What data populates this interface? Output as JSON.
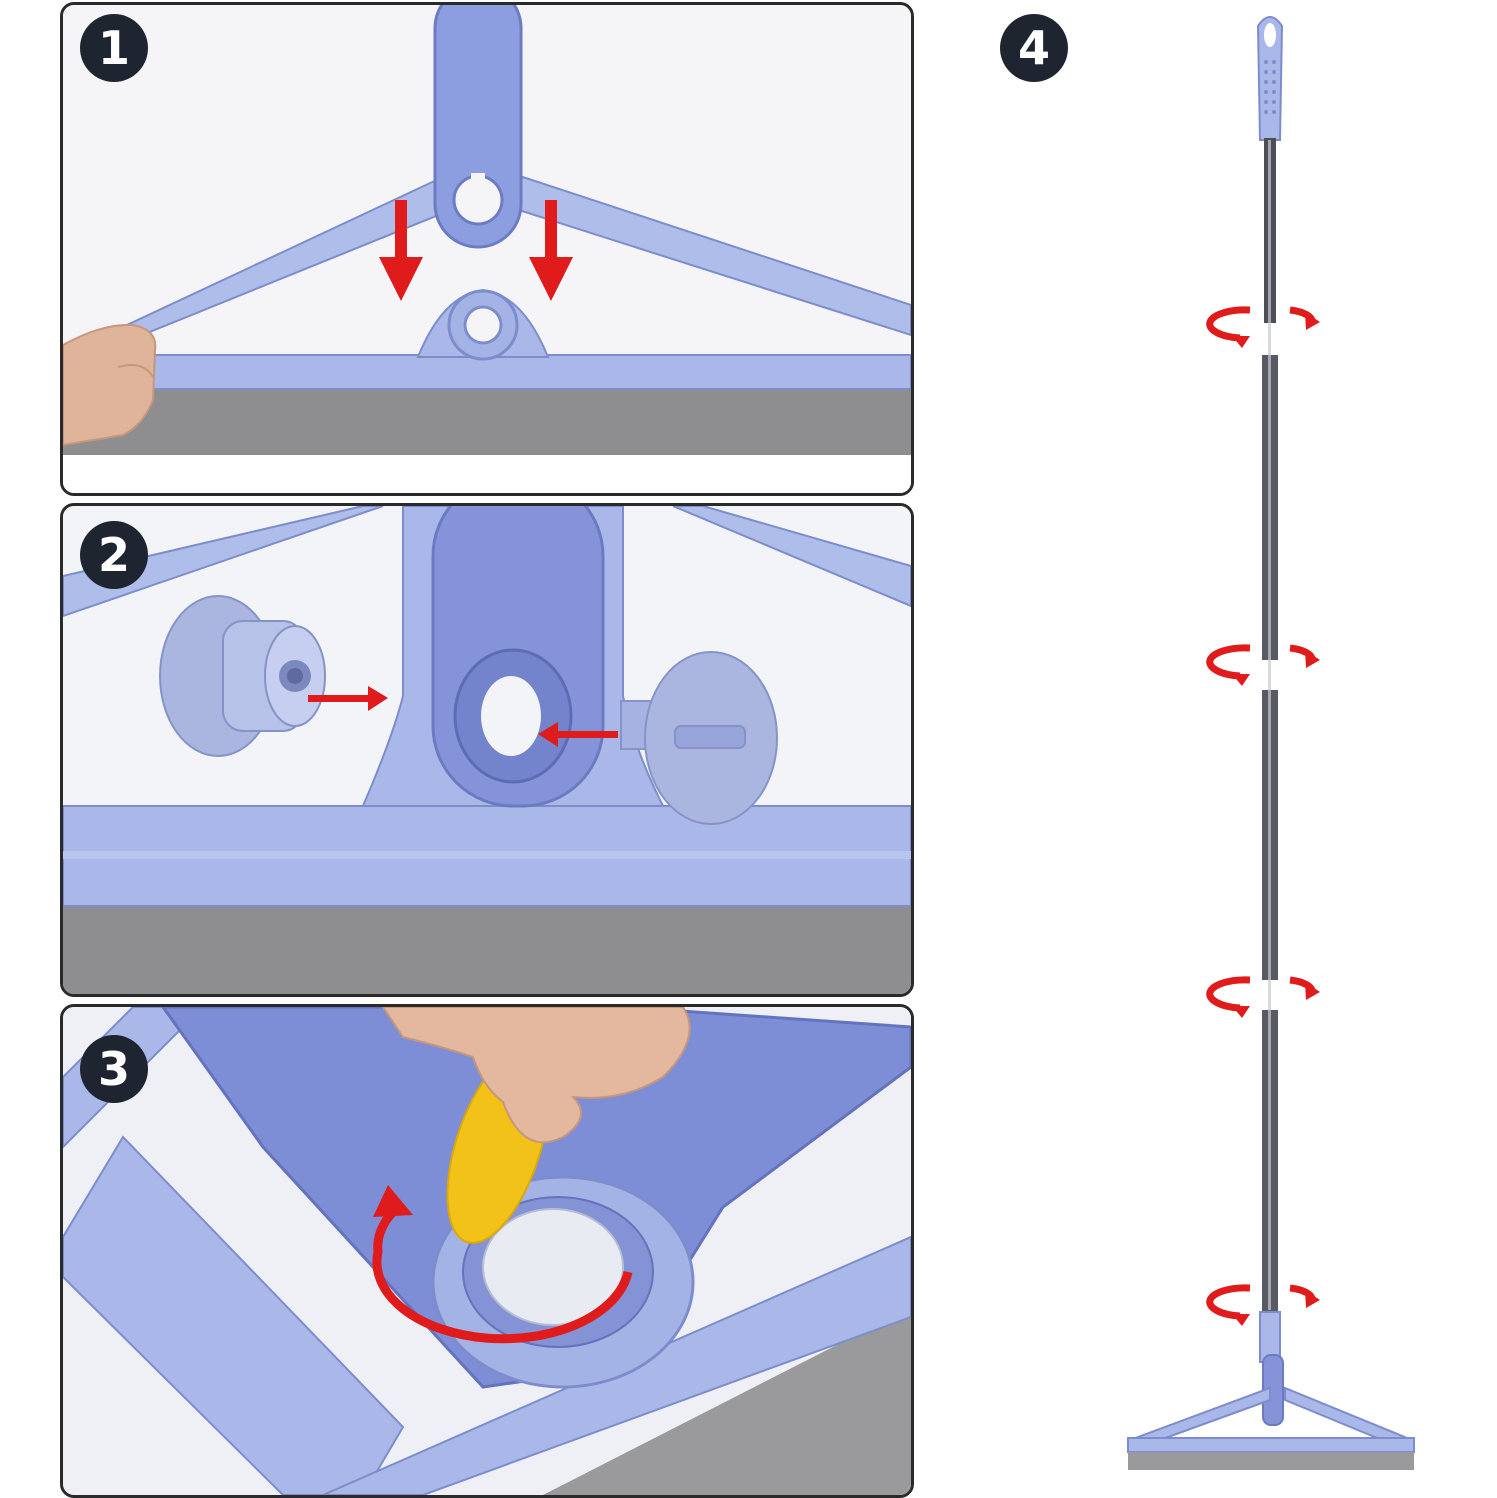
{
  "steps": [
    {
      "number": "1"
    },
    {
      "number": "2"
    },
    {
      "number": "3"
    },
    {
      "number": "4"
    }
  ],
  "colors": {
    "frame_blue": "#a9b8e8",
    "frame_blue_dark": "#8797d6",
    "frame_edge": "#7d8dcc",
    "blade_gray": "#8e8e90",
    "arrow_red": "#e01b1b",
    "handle_yellow": "#f3c218",
    "badge_dark": "#1f2530",
    "pole_steel": "#4b4f57"
  },
  "icons": [
    "down-arrow-icon",
    "right-arrow-icon",
    "left-arrow-icon",
    "rotate-arrow-icon"
  ]
}
